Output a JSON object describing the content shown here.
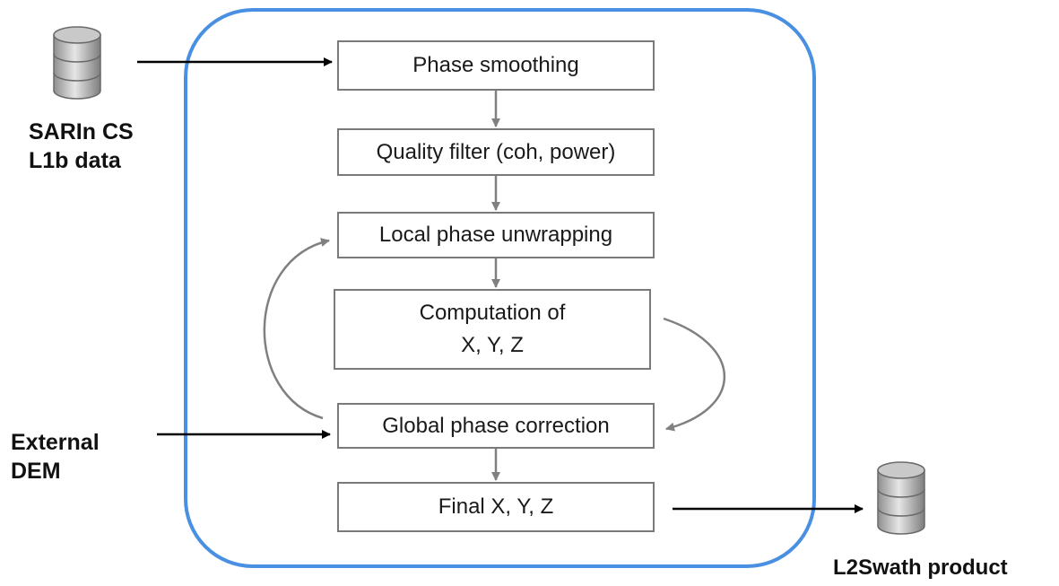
{
  "inputs": {
    "l1b": "SARIn CS\nL1b data",
    "dem": "External\nDEM"
  },
  "output": {
    "l2swath": "L2Swath product"
  },
  "steps": [
    "Phase smoothing",
    "Quality filter (coh, power)",
    "Local phase unwrapping",
    "Computation of\nX, Y, Z",
    "Global phase correction",
    "Final X, Y, Z"
  ],
  "icons": [
    "database-icon",
    "database-icon"
  ],
  "colors": {
    "frame": "#4a90e2",
    "box_border": "#7a7a7a",
    "flow_arrow": "#808080",
    "io_arrow": "#000000"
  }
}
